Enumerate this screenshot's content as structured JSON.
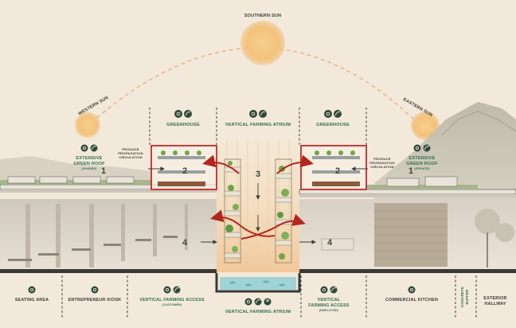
{
  "sky_labels": {
    "southern_sun": "SOUTHERN SUN",
    "western_sun": "WESTERN SUN",
    "eastern_sun": "EASTERN SUN"
  },
  "top_labels": {
    "greenhouse_left": "GREENHOUSE",
    "atrium": "VERTICAL FARMING ATRIUM",
    "greenhouse_right": "GREENHOUSE"
  },
  "roof_left": {
    "line1": "EXTENSIVE",
    "line2": "GREEN ROOF",
    "sub": "(SHARED)"
  },
  "roof_right": {
    "line1": "EXTENSIVE",
    "line2": "GREEN ROOF",
    "sub": "(PRIVATE)"
  },
  "produce_left": {
    "line1": "PRODUCE",
    "line2": "PROPAGATION",
    "line3": "CIRCULATION"
  },
  "produce_right": {
    "line1": "PRODUCE",
    "line2": "PROPAGATION",
    "line3": "CIRCULATION"
  },
  "numbers": {
    "n1_left": "1",
    "n2_left": "2",
    "n3": "3",
    "n4_left": "4",
    "n1_right": "1",
    "n2_right": "2",
    "n4_right": "4"
  },
  "bottom_labels": {
    "seating": "SEATING AREA",
    "kiosk": "ENTREPRENEUR KIOSK",
    "access_customer": {
      "line1": "VERTICAL FARMING ACCESS",
      "sub": "(CUSTOMER)"
    },
    "access_employee": {
      "line1": "VERTICAL",
      "line2": "FARMING ACCESS",
      "sub": "(EMPLOYEE)"
    },
    "atrium_bottom": "VERTICAL FARMING ATRIUM",
    "kitchen": "COMMERCIAL KITCHEN",
    "buffer_line1": "CONCRETE",
    "buffer_line2": "BUFFER",
    "exterior_line1": "EXTERIOR",
    "exterior_line2": "HALLWAY"
  },
  "colors": {
    "background": "#f3e9db",
    "sun": "#f3c67a",
    "sun_arc": "#e9b58c",
    "greenhouse_outline": "#c62828",
    "airflow_arrow": "#b3261e",
    "label_dark": "#3a3a36",
    "label_green": "#2f6d4e",
    "water": "#9fd3d6"
  },
  "icons": [
    "sun-icon",
    "leaf-icon",
    "person-icon"
  ]
}
